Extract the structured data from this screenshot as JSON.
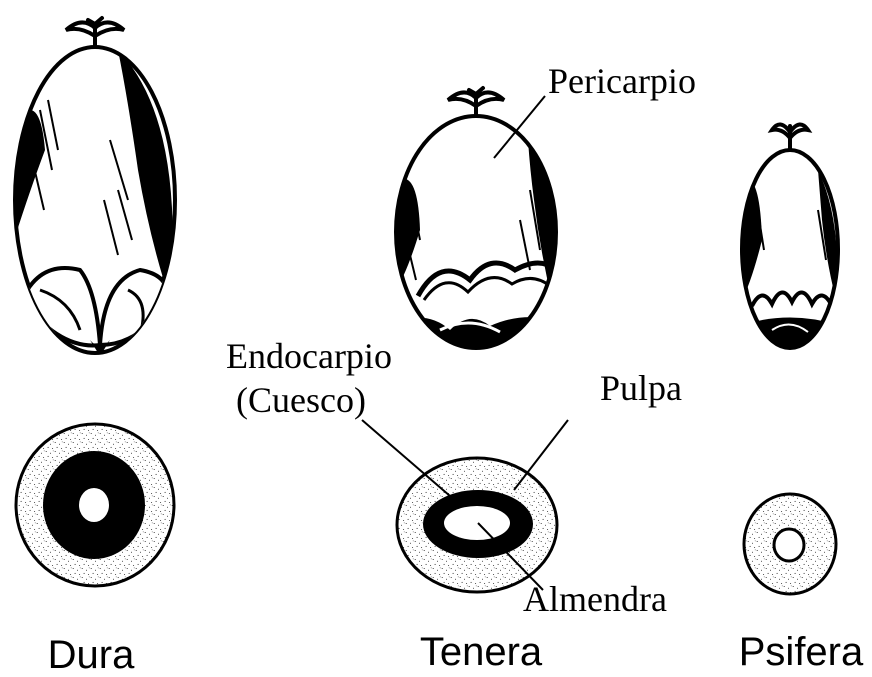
{
  "labels": {
    "pericarpio": "Pericarpio",
    "endocarpio": "Endocarpio",
    "cuesco": "(Cuesco)",
    "pulpa": "Pulpa",
    "almendra": "Almendra"
  },
  "fruit_types": {
    "dura": "Dura",
    "tenera": "Tenera",
    "psifera": "Psifera"
  }
}
